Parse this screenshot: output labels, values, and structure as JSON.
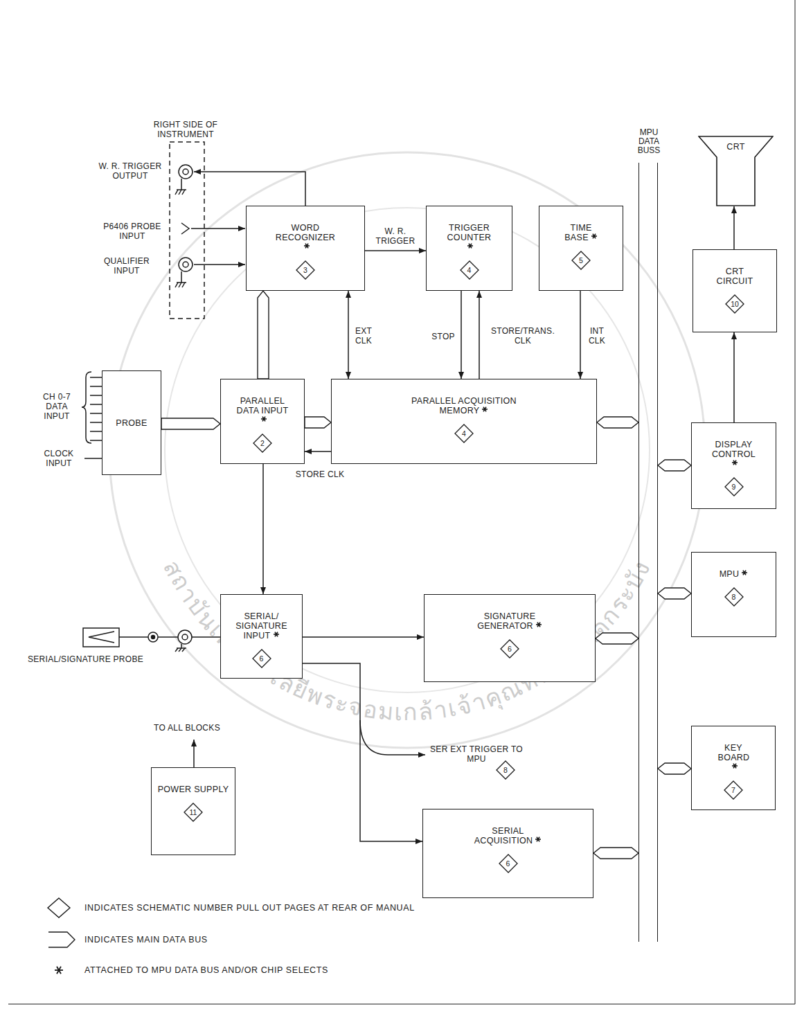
{
  "diagram": {
    "nodes": [
      {
        "text": [
          "WORD RECOGNIZER",
          "3"
        ]
      },
      {
        "text": [
          "TRIGGER COUNTER",
          "4"
        ]
      },
      {
        "text": [
          "TIME BASE",
          "5"
        ]
      },
      {
        "text": [
          "CRT"
        ]
      },
      {
        "text": [
          "CRT CIRCUIT",
          "10"
        ]
      },
      {
        "text": [
          "PROBE"
        ]
      },
      {
        "text": [
          "PARALLEL DATA INPUT",
          "2"
        ]
      },
      {
        "text": [
          "PARALLEL ACQUISITION MEMORY",
          "4"
        ]
      },
      {
        "text": [
          "DISPLAY CONTROL",
          "9"
        ]
      },
      {
        "text": [
          "MPU",
          "8"
        ]
      },
      {
        "text": [
          "SERIAL/ SIGNATURE INPUT",
          "6"
        ]
      },
      {
        "text": [
          "SIGNATURE GENERATOR",
          "6"
        ]
      },
      {
        "text": [
          "KEY BOARD",
          "7"
        ]
      },
      {
        "text": [
          "POWER SUPPLY",
          "11"
        ]
      },
      {
        "text": [
          "SERIAL ACQUISITION",
          "6"
        ]
      },
      {
        "text": [
          "MPU DATA BUSS"
        ]
      }
    ],
    "edges": [
      {
        "from": 0,
        "to": 1,
        "label": "W. R. TRIGGER",
        "arrow": "to"
      },
      {
        "from": 0,
        "to": 7,
        "label": "EXT CLK",
        "arrow": "both"
      },
      {
        "from": 1,
        "to": 7,
        "label": "STOP",
        "arrow": "to"
      },
      {
        "from": 7,
        "to": 1,
        "label": "STORE/TRANS. CLK",
        "arrow": "to"
      },
      {
        "from": 2,
        "to": 7,
        "label": "INT CLK",
        "arrow": "to"
      },
      {
        "from": 4,
        "to": 3,
        "arrow": "to"
      },
      {
        "from": 5,
        "to": 6,
        "arrow": "to"
      },
      {
        "from": 6,
        "to": 0,
        "arrow": "to"
      },
      {
        "from": 6,
        "to": 7,
        "arrow": "to"
      },
      {
        "from": 7,
        "to": 6,
        "label": "STORE CLK",
        "arrow": "to"
      },
      {
        "from": 7,
        "to": 15,
        "arrow": "both"
      },
      {
        "from": 15,
        "to": 8,
        "arrow": "both"
      },
      {
        "from": 8,
        "to": 4,
        "arrow": "to"
      },
      {
        "from": 15,
        "to": 9,
        "arrow": "both"
      },
      {
        "from": 6,
        "to": 10,
        "arrow": "to"
      },
      {
        "from": 10,
        "to": 11,
        "arrow": "to"
      },
      {
        "from": 11,
        "to": 15,
        "arrow": "both"
      },
      {
        "from": 15,
        "to": 12,
        "arrow": "both"
      },
      {
        "from": 10,
        "to": 14,
        "arrow": "to"
      },
      {
        "from": 14,
        "to": 15,
        "arrow": "both"
      }
    ],
    "labels": [
      "RIGHT SIDE OF INSTRUMENT",
      "W. R. TRIGGER OUTPUT",
      "P6406 PROBE INPUT",
      "QUALIFIER INPUT",
      "CH 0-7 DATA INPUT",
      "CLOCK INPUT",
      "SERIAL/SIGNATURE PROBE",
      "TO ALL BLOCKS",
      "SER EXT TRIGGER TO MPU",
      "8",
      "สถาบันเทคโนโลยีพระจอมเกล้าเจ้าคุณทหารลาดกระบัง"
    ],
    "legend": [
      {
        "text": "INDICATES SCHEMATIC NUMBER PULL OUT PAGES AT REAR OF MANUAL"
      },
      {
        "text": "INDICATES MAIN DATA BUS"
      },
      {
        "text": "ATTACHED TO MPU DATA BUS AND/OR CHIP SELECTS"
      }
    ]
  }
}
